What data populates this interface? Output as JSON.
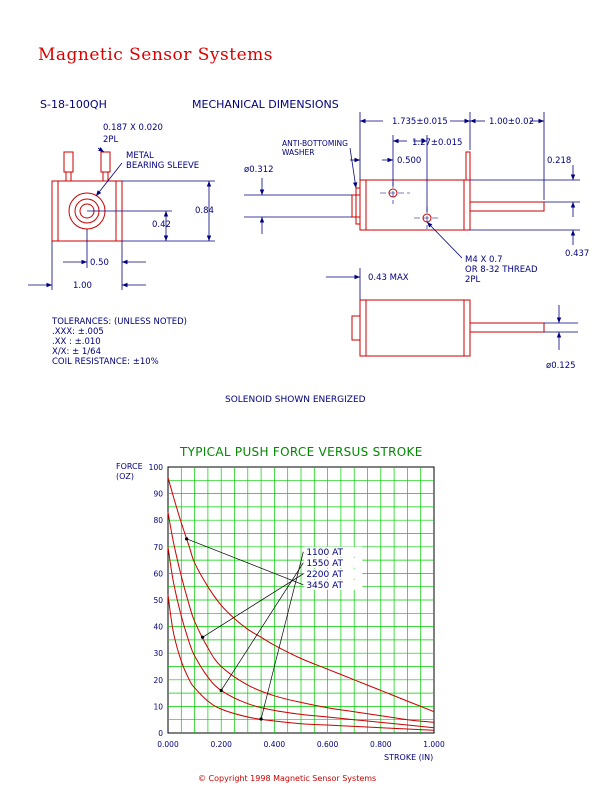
{
  "header": {
    "brand": "Magnetic Sensor Systems",
    "part_number": "S-18-100QH",
    "section_title": "MECHANICAL DIMENSIONS"
  },
  "front_view": {
    "terminal_label": "0.187 X 0.020",
    "terminal_qty": "2PL",
    "sleeve_label_1": "METAL",
    "sleeve_label_2": "BEARING SLEEVE",
    "dim_height": "0.84",
    "dim_center": "0.42",
    "dim_half_width": "0.50",
    "dim_width": "1.00"
  },
  "side_view": {
    "dim_overall": "1.735±0.015",
    "dim_plunger_ext": "1.00±0.02",
    "dim_hole_spacing": "1.27±0.015",
    "dim_hole_offset": "0.500",
    "washer_label_1": "ANTI-BOTTOMING",
    "washer_label_2": "WASHER",
    "dim_washer_dia": "ø0.312",
    "dim_top_offset": "0.218",
    "dim_side_offset": "0.437",
    "thread_label_1": "M4 X 0.7",
    "thread_label_2": "OR 8-32 THREAD",
    "thread_qty": "2PL",
    "dim_max": "0.43 MAX",
    "dim_plunger_dia": "ø0.125"
  },
  "tolerances": {
    "title": "TOLERANCES: (UNLESS NOTED)",
    "lines": [
      ".XXX: ±.005",
      ".XX : ±.010",
      "X/X: ± 1/64",
      "COIL RESISTANCE: ±10%"
    ]
  },
  "caption": "SOLENOID SHOWN ENERGIZED",
  "chart_data": {
    "type": "line",
    "title": "TYPICAL PUSH FORCE VERSUS STROKE",
    "ylabel": "FORCE (OZ)",
    "ylabel_lines": [
      "FORCE",
      "(OZ)"
    ],
    "xlabel": "STROKE (IN)",
    "xlim": [
      0,
      1
    ],
    "ylim": [
      0,
      100
    ],
    "x_ticks": [
      "0.000",
      "0.200",
      "0.400",
      "0.600",
      "0.800",
      "1.000"
    ],
    "y_ticks": [
      "0",
      "10",
      "20",
      "30",
      "40",
      "50",
      "60",
      "70",
      "80",
      "90",
      "100"
    ],
    "grid": true,
    "series": [
      {
        "name": "1100 AT",
        "x": [
          0,
          0.02,
          0.05,
          0.08,
          0.1,
          0.15,
          0.2,
          0.3,
          0.4,
          0.5,
          0.6,
          0.7,
          0.8,
          0.9,
          1.0
        ],
        "y": [
          52,
          38,
          27,
          20,
          17,
          12,
          9,
          6,
          4.5,
          3.5,
          3,
          2.5,
          2,
          1.5,
          1
        ]
      },
      {
        "name": "1550 AT",
        "x": [
          0,
          0.02,
          0.05,
          0.08,
          0.1,
          0.15,
          0.2,
          0.3,
          0.4,
          0.5,
          0.6,
          0.7,
          0.8,
          0.9,
          1.0
        ],
        "y": [
          70,
          57,
          44,
          34,
          29,
          21,
          16,
          11,
          8.5,
          7,
          6,
          5,
          4,
          3,
          2
        ]
      },
      {
        "name": "2200 AT",
        "x": [
          0,
          0.02,
          0.05,
          0.08,
          0.1,
          0.15,
          0.2,
          0.3,
          0.4,
          0.5,
          0.6,
          0.7,
          0.8,
          0.9,
          1.0
        ],
        "y": [
          83,
          72,
          59,
          48,
          42,
          32,
          25,
          18,
          14,
          11.5,
          9.5,
          8,
          6.5,
          5,
          4
        ]
      },
      {
        "name": "3450 AT",
        "x": [
          0,
          0.02,
          0.05,
          0.08,
          0.1,
          0.15,
          0.2,
          0.25,
          0.3,
          0.35,
          0.4,
          0.5,
          0.6,
          0.7,
          0.8,
          0.9,
          1.0
        ],
        "y": [
          96,
          89,
          79,
          70,
          64,
          55,
          48,
          43,
          39,
          36,
          33,
          28,
          24,
          20,
          16,
          12,
          8
        ]
      }
    ],
    "callout_x": [
      0.35,
      0.2,
      0.13,
      0.07
    ]
  },
  "footer": {
    "copyright": "©  Copyright 1998 Magnetic Sensor Systems"
  },
  "colors": {
    "drawing": "#cc0000",
    "dimension": "#000080",
    "grid": "#00cc00",
    "brand": "#dd0000"
  }
}
